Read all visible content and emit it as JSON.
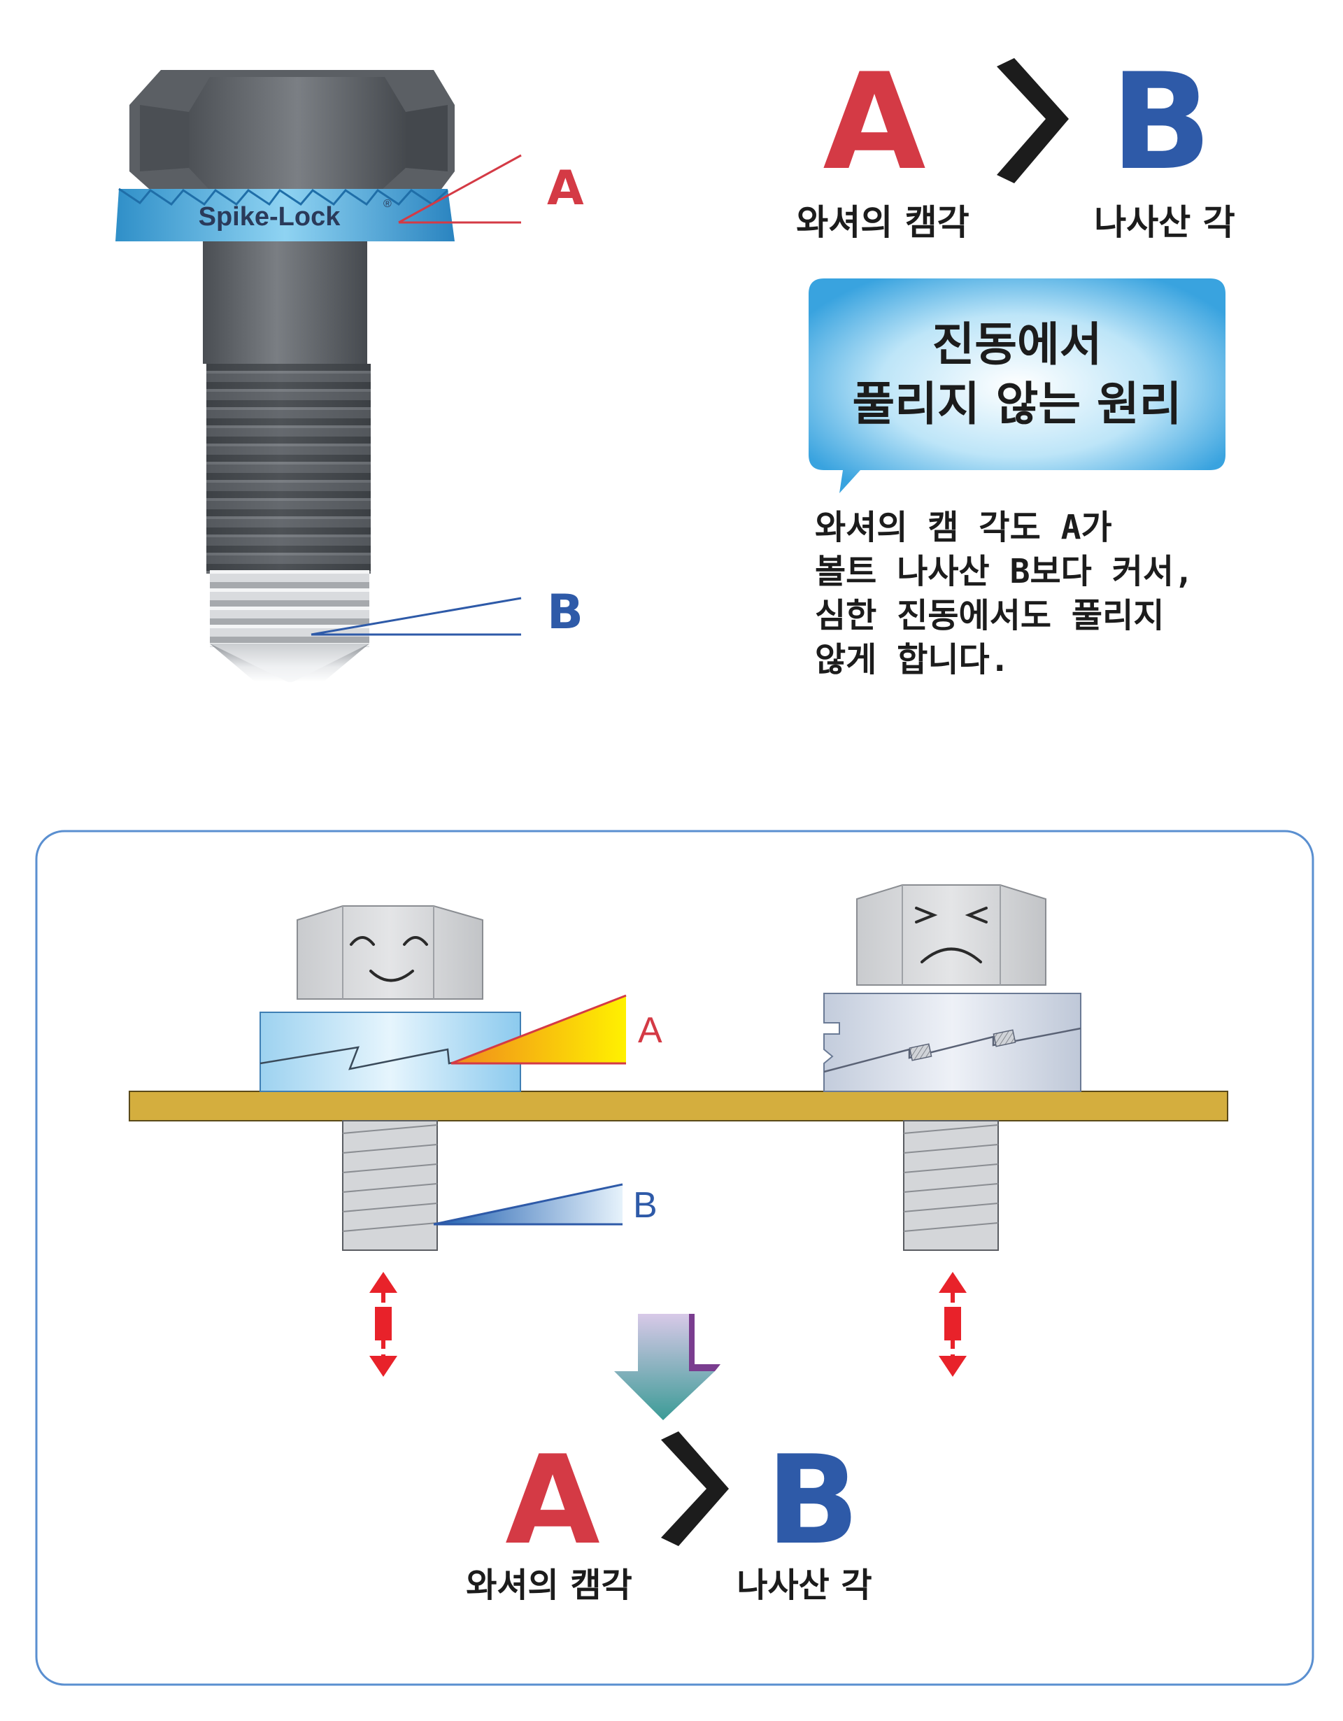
{
  "colors": {
    "a_red": "#d43a45",
    "b_blue": "#2e5aa8",
    "panel_border": "#5a8fd0",
    "bubble_blue": "#3fa9e0",
    "plate_gold": "#d4ae3e",
    "dark_gray": "#5d6166",
    "arrow_red": "#e8222a"
  },
  "top": {
    "bolt": {
      "brand_label": "Spike-Lock",
      "brand_mark": "®",
      "label_a": "A",
      "label_b": "B"
    },
    "comparison": {
      "left_letter": "A",
      "right_letter": "B",
      "left_caption": "와셔의 캠각",
      "right_caption": "나사산 각"
    },
    "bubble": {
      "line1": "진동에서",
      "line2": "풀리지 않는 원리"
    },
    "description": [
      "와셔의 캠 각도 A가",
      "볼트 나사산 B보다 커서,",
      "심한 진동에서도 풀리지",
      "않게 합니다."
    ]
  },
  "panel": {
    "label_a": "A",
    "label_b": "B",
    "comparison": {
      "left_letter": "A",
      "right_letter": "B",
      "left_caption": "와셔의 캠각",
      "right_caption": "나사산 각"
    }
  }
}
